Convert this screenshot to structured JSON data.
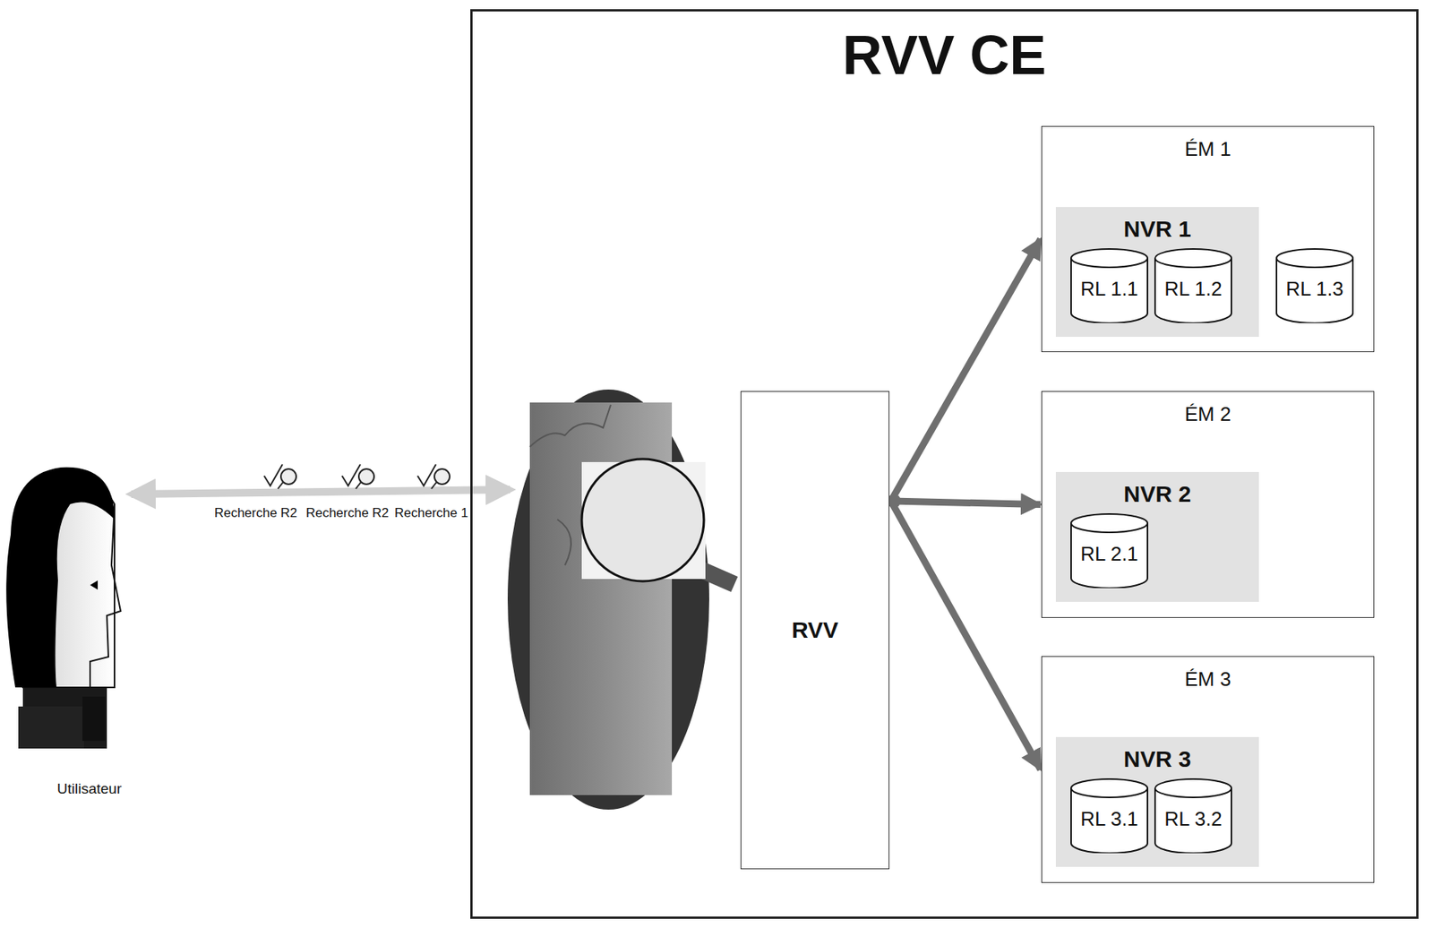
{
  "diagram": {
    "nodes": [
      {
        "text": [
          "RVV CE"
        ]
      },
      {
        "text": [
          "RVV"
        ],
        "in": 0
      },
      {
        "text": [
          "ÉM 1"
        ],
        "in": 0
      },
      {
        "text": [
          "NVR 1"
        ],
        "in": 2
      },
      {
        "text": [
          "RL 1.1"
        ],
        "in": 3
      },
      {
        "text": [
          "RL 1.2"
        ],
        "in": 3
      },
      {
        "text": [
          "RL 1.3"
        ],
        "in": 2
      },
      {
        "text": [
          "ÉM 2"
        ],
        "in": 0
      },
      {
        "text": [
          "NVR 2"
        ],
        "in": 7
      },
      {
        "text": [
          "RL 2.1"
        ],
        "in": 8
      },
      {
        "text": [
          "ÉM 3"
        ],
        "in": 0
      },
      {
        "text": [
          "NVR 3"
        ],
        "in": 10
      },
      {
        "text": [
          "RL 3.1"
        ],
        "in": 11
      },
      {
        "text": [
          "RL 3.2"
        ],
        "in": 11
      }
    ],
    "edges": [
      {
        "from": 1,
        "to": 2,
        "arrow": "to"
      },
      {
        "from": 1,
        "to": 7,
        "arrow": "to"
      },
      {
        "from": 1,
        "to": 10,
        "arrow": "to"
      }
    ],
    "labels": [
      "Recherche R2",
      "Recherche R2",
      "Recherche 1",
      "Utilisateur"
    ]
  }
}
